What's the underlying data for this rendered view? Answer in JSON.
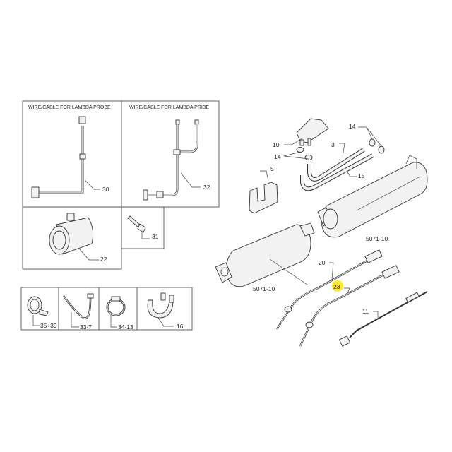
{
  "panels": {
    "harness_30_title": "WIRE/CABLE FOR LAMBDA PROBE",
    "harness_32_title": "WIRE/CABLE FOR LAMBDA PRIBE"
  },
  "callouts": {
    "p30": "30",
    "p32": "32",
    "p31": "31",
    "p22": "22",
    "p35_39": "35÷39",
    "p33_7": "33-7",
    "p34_13": "34-13",
    "p16": "16",
    "p10": "10",
    "p14a": "14",
    "p14b": "14",
    "p3": "3",
    "p5": "5",
    "p15": "15",
    "p5071_right": "5071-10",
    "p5071_left": "5071-10",
    "p20": "20",
    "p23": "23",
    "p11": "11"
  },
  "colors": {
    "highlight": "#ffe600",
    "line": "#444444"
  },
  "highlighted_part": "23"
}
